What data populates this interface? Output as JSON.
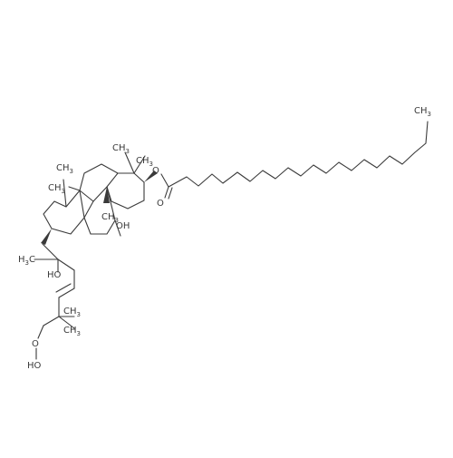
{
  "labels": {
    "ch3_tail": "CH",
    "ch3_tail_sub": "3",
    "ester_o": "O",
    "carbonyl_o": "O",
    "oh_ring": "OH",
    "ch3_gem_a": "CH",
    "ch3_gem_a_sub": "3",
    "ch3_gem_b": "CH",
    "ch3_gem_b_sub": "3",
    "ch3_c10": "CH",
    "ch3_c10_sub": "3",
    "ch3_c13": "CH",
    "ch3_c13_sub": "3",
    "ch3_c14": "CH",
    "ch3_c14_sub": "3",
    "h3c_side": "H",
    "h3c_side_sub": "3",
    "h3c_side_c": "C",
    "ho_side": "HO",
    "ch3_end_a": "CH",
    "ch3_end_a_sub": "3",
    "ch3_end_b": "CH",
    "ch3_end_b_sub": "3",
    "o_peroxy": "O",
    "ho_peroxy": "HO"
  }
}
